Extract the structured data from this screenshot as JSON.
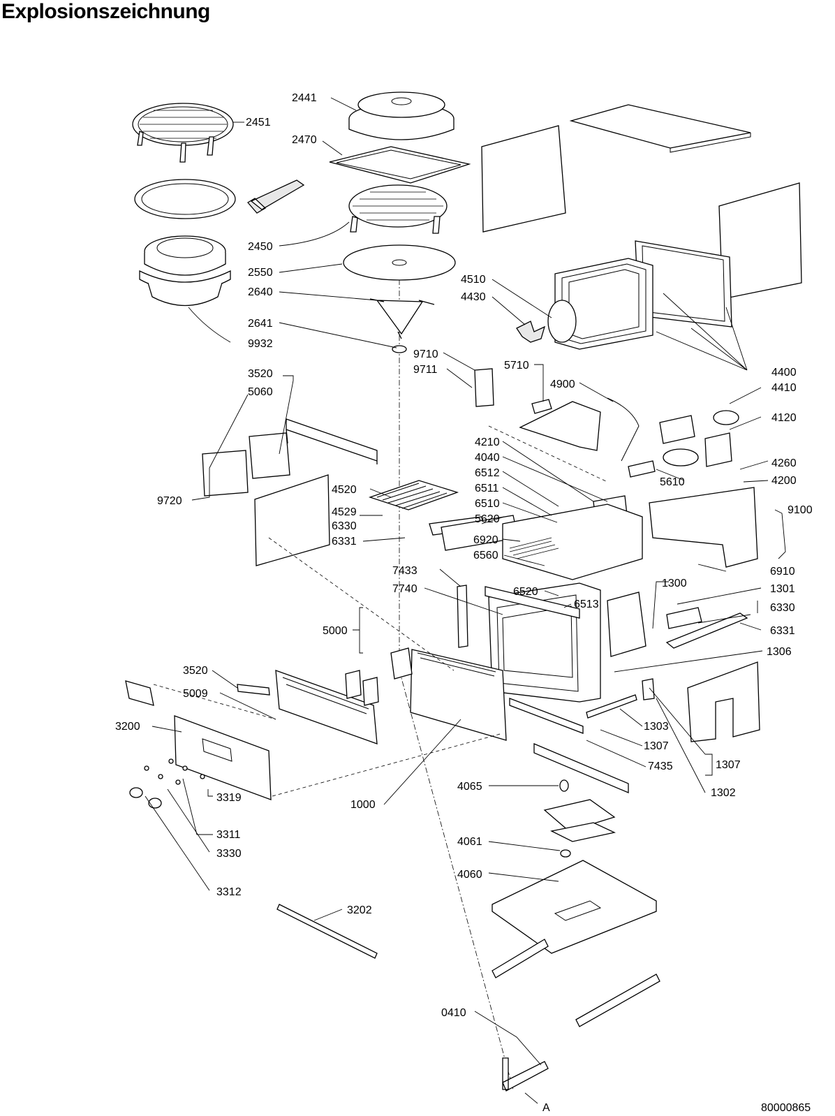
{
  "title": "Explosionszeichnung",
  "drawing_number": "80000865",
  "detail_marker": "A",
  "labels": [
    "2441",
    "2451",
    "2470",
    "2450",
    "2550",
    "2640",
    "2641",
    "9932",
    "4510",
    "4430",
    "4400",
    "4410",
    "4120",
    "4260",
    "4200",
    "9100",
    "9710",
    "9711",
    "5710",
    "4900",
    "5610",
    "3520",
    "5060",
    "9720",
    "4210",
    "4040",
    "6512",
    "6511",
    "6510",
    "5620",
    "4520",
    "4529",
    "6330",
    "6331",
    "6920",
    "6560",
    "6910",
    "7433",
    "7740",
    "6520",
    "6513",
    "1300",
    "1301",
    "6330",
    "6331",
    "1306",
    "5000",
    "3520",
    "5009",
    "3200",
    "1303",
    "1307",
    "1307",
    "7435",
    "1302",
    "3319",
    "3311",
    "3330",
    "3312",
    "1000",
    "4065",
    "4061",
    "4060",
    "3202",
    "0410"
  ]
}
